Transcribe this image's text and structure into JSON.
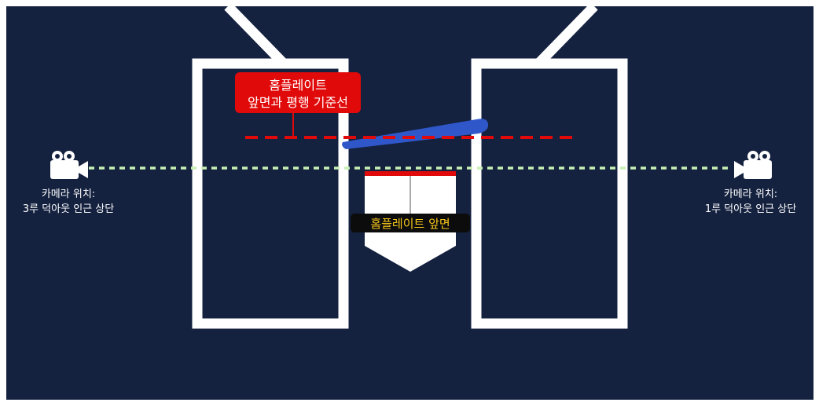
{
  "colors": {
    "background": "#14213f",
    "white": "#ffffff",
    "accent_red": "#e10a0a",
    "bat_blue": "#2f57c9",
    "sightline_green": "#c8f0b4",
    "label_yellow": "#f4c51c",
    "label_black": "#0c0c0c"
  },
  "callouts": {
    "reference_line_line1": "홈플레이트",
    "reference_line_line2": "앞면과 평행 기준선",
    "home_plate_front": "홈플레이트 앞면"
  },
  "cameras": {
    "left": {
      "icon": "video-camera-icon",
      "label_line1": "카메라 위치:",
      "label_line2": "3루 덕아웃 인근 상단"
    },
    "right": {
      "icon": "video-camera-icon",
      "label_line1": "카메라 위치:",
      "label_line2": "1루 덕아웃 인근 상단"
    }
  }
}
